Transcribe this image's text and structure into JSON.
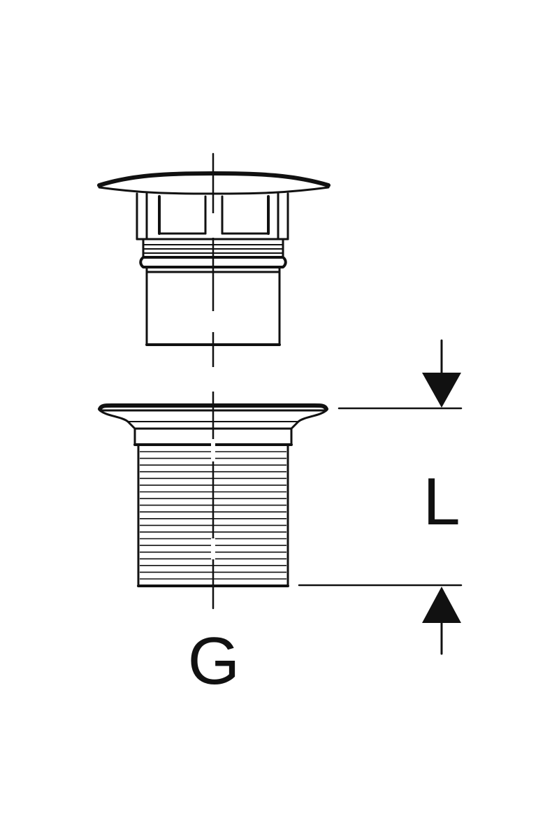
{
  "labels": {
    "thread": "G",
    "length": "L"
  },
  "colors": {
    "line": "#111111",
    "background": "#ffffff"
  },
  "icons": {
    "dimension_top": "arrow-down-icon",
    "dimension_bottom": "arrow-up-icon"
  },
  "diagram": {
    "thread_grooves": 20
  }
}
